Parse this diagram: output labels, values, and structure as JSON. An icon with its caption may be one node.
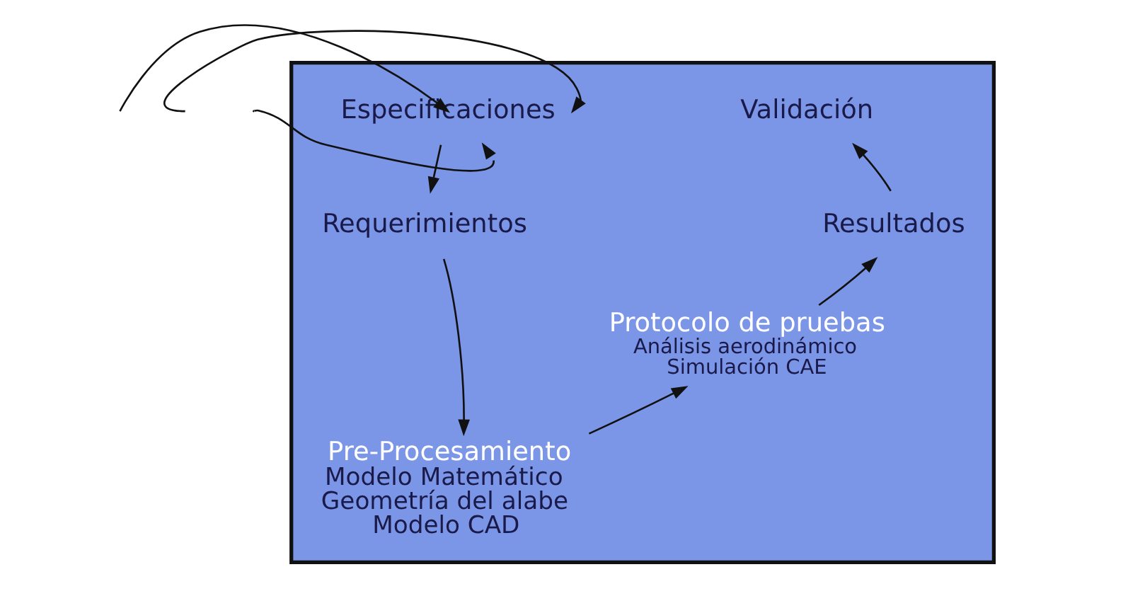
{
  "diagram": {
    "nodes": [
      {
        "text": [],
        "shape": "band"
      },
      {
        "text": [
          "Especificaciones"
        ],
        "in": 0
      },
      {
        "text": [
          "Requerimientos"
        ],
        "in": 0
      },
      {
        "text": [
          "Pre-Procesamiento",
          "Modelo Matemático",
          "Geometría del alabe",
          "Modelo CAD"
        ],
        "in": 0
      },
      {
        "text": [
          "Protocolo de pruebas",
          "Análisis aerodinámico",
          "Simulación CAE"
        ],
        "in": 0
      },
      {
        "text": [
          "Resultados"
        ],
        "in": 0
      },
      {
        "text": [
          "Validación"
        ],
        "in": 0
      }
    ],
    "edges": [
      {
        "from": 1,
        "to": 2,
        "arrow": "to"
      },
      {
        "from": 2,
        "to": 3,
        "arrow": "to"
      },
      {
        "from": 3,
        "to": 4,
        "arrow": "to"
      },
      {
        "from": 4,
        "to": 5,
        "arrow": "to"
      },
      {
        "from": 5,
        "to": 6,
        "arrow": "to"
      },
      {
        "from": null,
        "to": 1,
        "arrow": "to"
      },
      {
        "from": null,
        "to": 1,
        "arrow": "to"
      },
      {
        "from": null,
        "to": 1,
        "arrow": "to"
      }
    ]
  }
}
